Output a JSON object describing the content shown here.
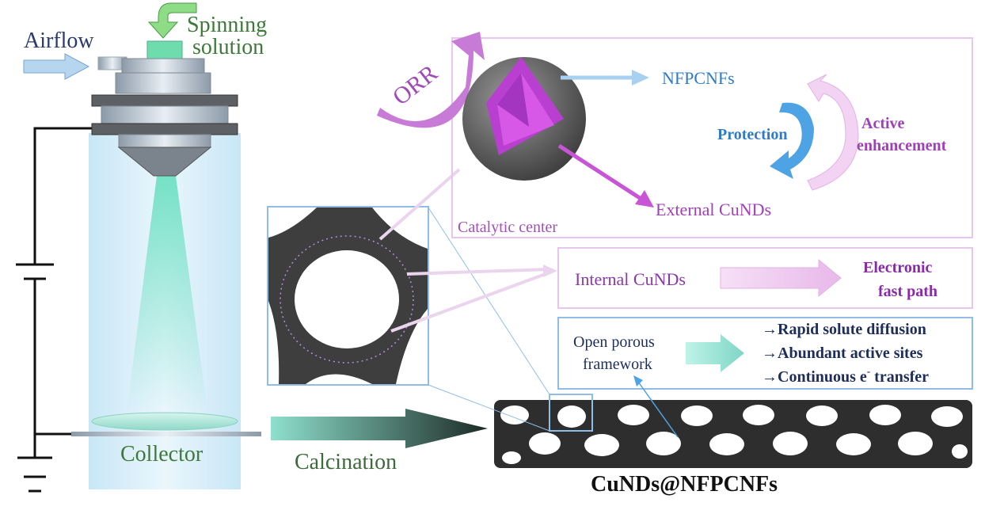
{
  "labels": {
    "airflow": "Airflow",
    "spinning_line1": "Spinning",
    "spinning_line2": "solution",
    "collector": "Collector",
    "calcination": "Calcination",
    "product": "CuNDs@NFPCNFs",
    "orr": "ORR",
    "nfpcnfs": "NFPCNFs",
    "protection": "Protection",
    "active_line1": "Active",
    "active_line2": "enhancement",
    "external_cunds": "External CuNDs",
    "catalytic_center": "Catalytic center",
    "internal_cunds": "Internal CuNDs",
    "electronic_line1": "Electronic",
    "electronic_line2": "fast path",
    "porous_line1": "Open porous",
    "porous_line2": "framework",
    "benefit_1": "→Rapid solute diffusion",
    "benefit_2": "→Abundant active sites",
    "benefit_3_main": "→Continuous e",
    "benefit_3_sup": "-",
    "benefit_3_end": " transfer"
  },
  "colors": {
    "airflow_text": "#2a3a6a",
    "green_text": "#3d7a3a",
    "purple": "#a050b8",
    "magenta": "#c040d0",
    "blue_text": "#2f7bc4",
    "navy_bold": "#1e2d5a",
    "light_blue_border": "#8fbde8",
    "light_purple_border": "#e6c6ec",
    "fiber_dark": "#3a3a3a"
  }
}
